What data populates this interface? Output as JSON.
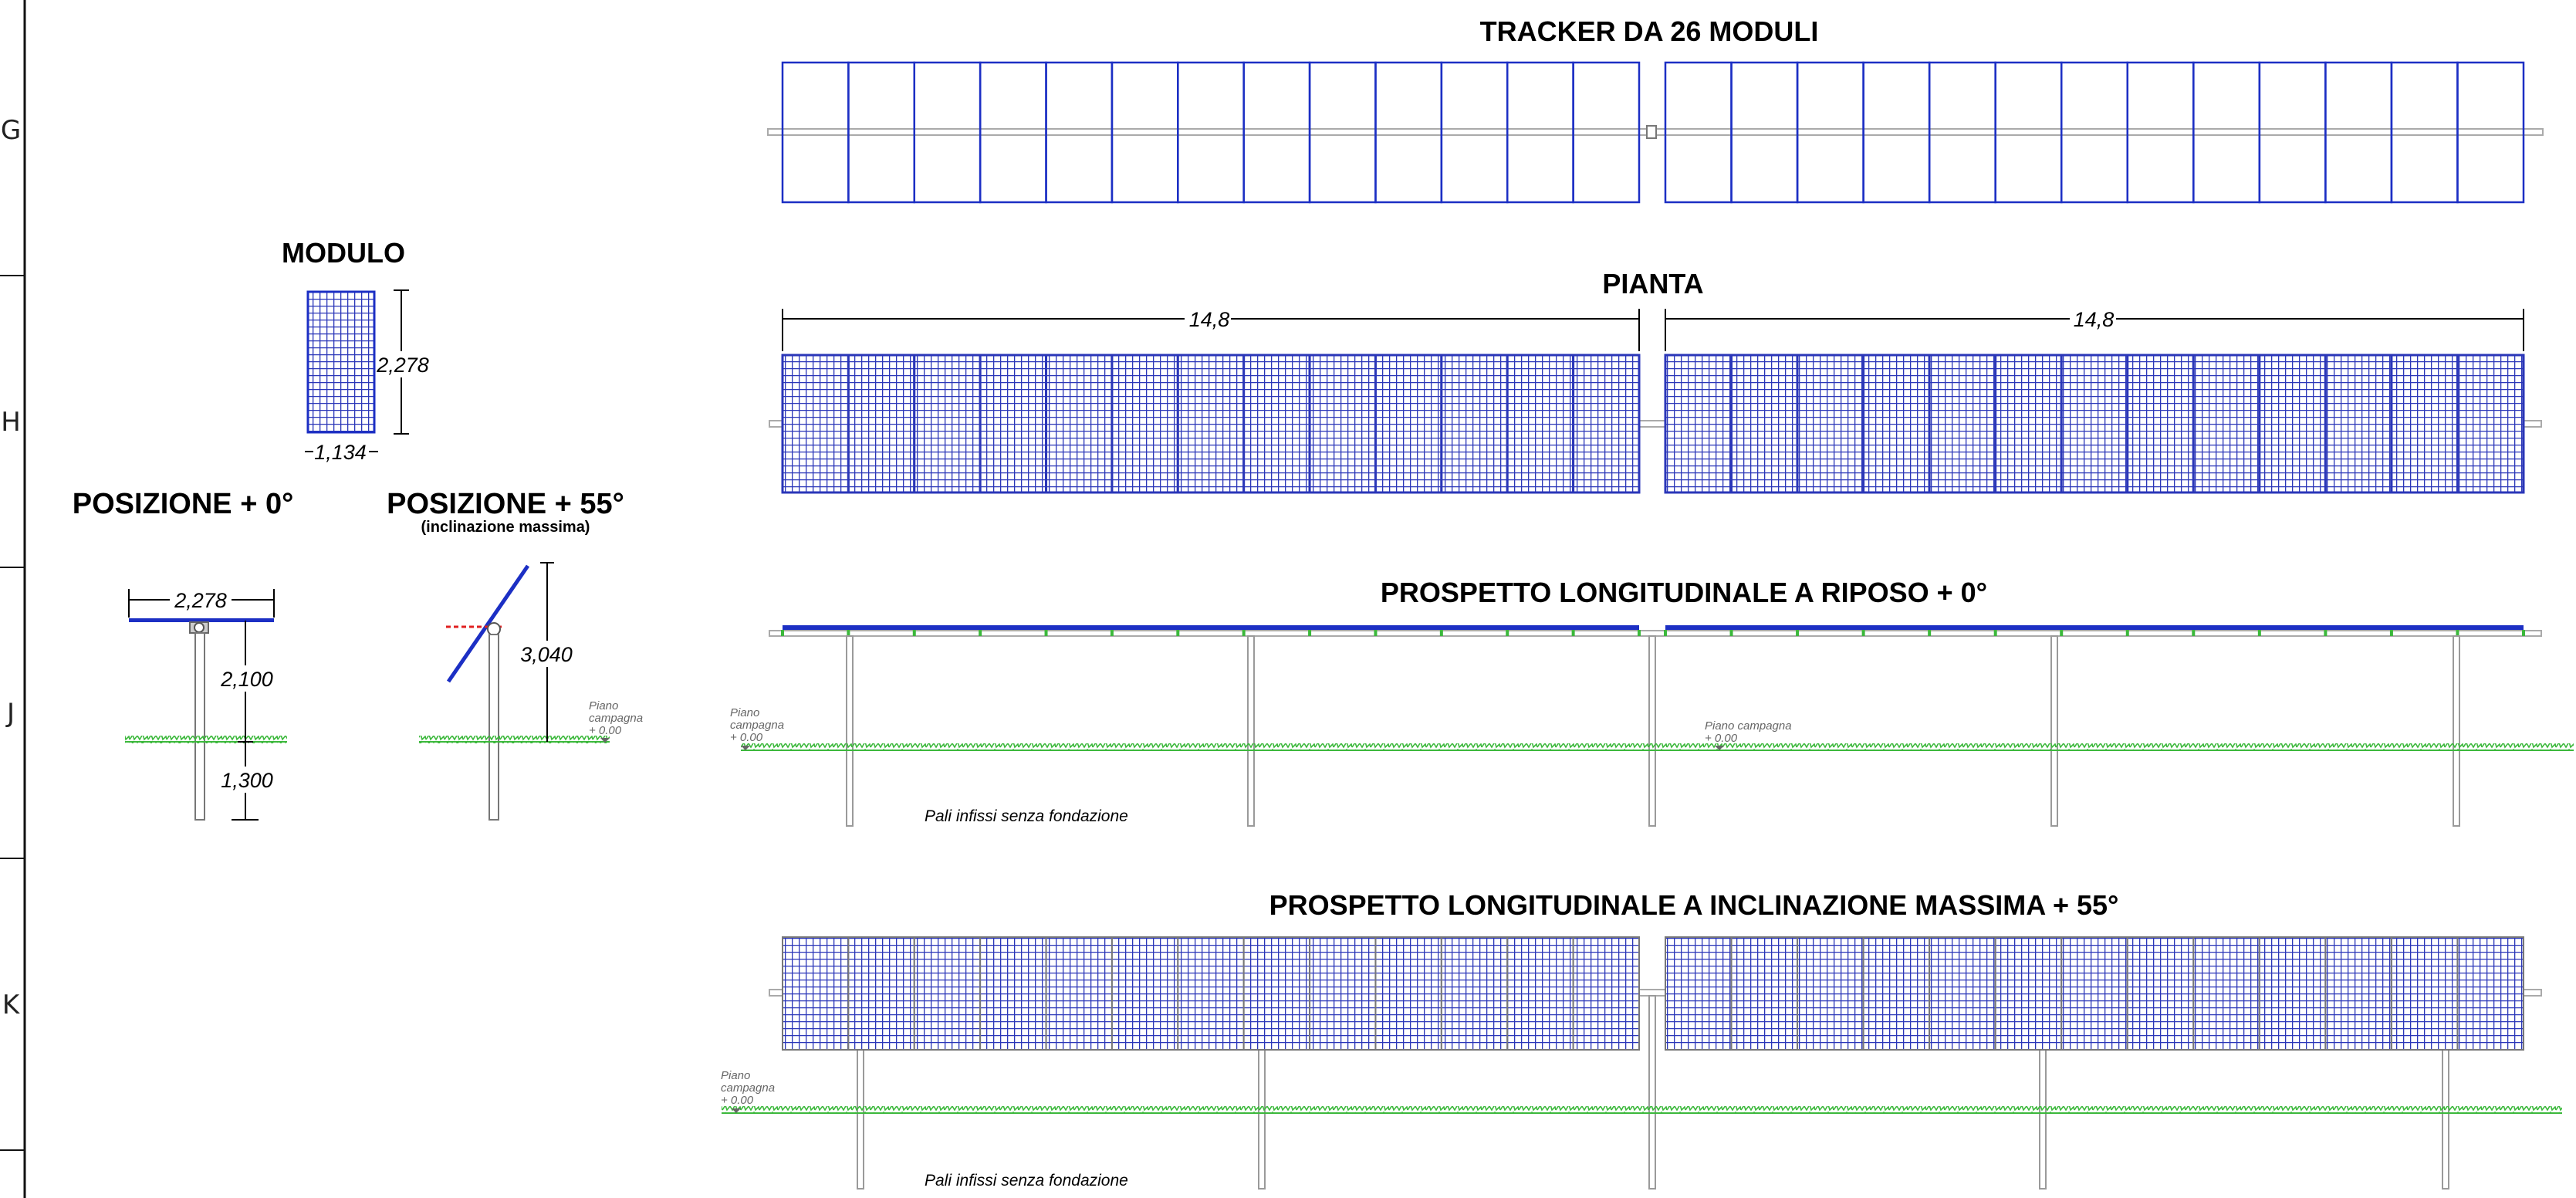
{
  "border": {
    "zones": [
      "G",
      "H",
      "J",
      "K"
    ]
  },
  "module": {
    "title": "MODULO",
    "height": "2,278",
    "width": "1,134"
  },
  "pos0": {
    "title": "POSIZIONE  + 0°",
    "width": "2,278",
    "height": "2,100",
    "depth": "1,300"
  },
  "pos55": {
    "title": "POSIZIONE  + 55°",
    "subtitle": "(inclinazione massima)",
    "height": "3,040",
    "ground_l1": "Piano",
    "ground_l2": "campagna",
    "ground_l3": "+ 0.00"
  },
  "tracker": {
    "title": "TRACKER DA 26 MODULI"
  },
  "plan": {
    "title": "PIANTA",
    "dim_left": "14,8",
    "dim_right": "14,8"
  },
  "rest": {
    "title": "PROSPETTO LONGITUDINALE A RIPOSO + 0°",
    "ground_l1": "Piano",
    "ground_l2": "campagna",
    "ground_l3": "+ 0.00",
    "ground2": "Piano  campagna",
    "ground2_level": "+ 0.00",
    "piles": "Pali infissi senza fondazione"
  },
  "tilt": {
    "title": "PROSPETTO LONGITUDINALE A INCLINAZIONE MASSIMA + 55°",
    "ground_l1": "Piano",
    "ground_l2": "campagna",
    "ground_l3": "+ 0.00",
    "piles": "Pali infissi senza fondazione"
  },
  "colors": {
    "module_blue": "#1c2fc4",
    "panel_blue": "#2a36b8",
    "grass": "#3cb83c",
    "tube": "#9a9a9a"
  }
}
